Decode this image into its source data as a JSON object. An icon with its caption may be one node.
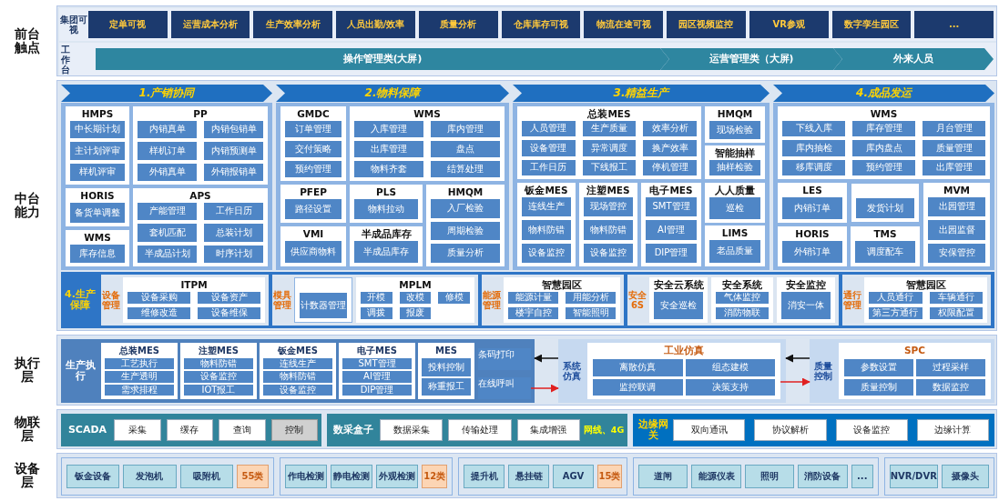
{
  "diagram": {
    "nodes": [
      {
        "text": [
          "前台触点"
        ]
      },
      {
        "text": [
          "集团可视"
        ],
        "in": 0
      },
      {
        "text": [
          "定单可视"
        ],
        "in": 1
      },
      {
        "text": [
          "运营成本分析"
        ],
        "in": 1
      },
      {
        "text": [
          "生产效率分析"
        ],
        "in": 1
      },
      {
        "text": [
          "人员出勤/效率"
        ],
        "in": 1
      },
      {
        "text": [
          "质量分析"
        ],
        "in": 1
      },
      {
        "text": [
          "仓库库存可视"
        ],
        "in": 1
      },
      {
        "text": [
          "物流在途可视"
        ],
        "in": 1
      },
      {
        "text": [
          "园区视频监控"
        ],
        "in": 1
      },
      {
        "text": [
          "VR参观"
        ],
        "in": 1
      },
      {
        "text": [
          "数字孪生园区"
        ],
        "in": 1
      },
      {
        "text": [
          "..."
        ],
        "in": 1
      },
      {
        "text": [
          "工作台"
        ],
        "in": 0
      },
      {
        "text": [
          "操作管理类(大屏)"
        ],
        "in": 13
      },
      {
        "text": [
          "运营管理类（大屏)"
        ],
        "in": 13
      },
      {
        "text": [
          "外来人员"
        ],
        "in": 13
      },
      {
        "text": [
          "中台能力"
        ]
      },
      {
        "text": [
          "1.产销协同"
        ],
        "in": 17
      },
      {
        "text": [
          "HMPS"
        ],
        "in": 18
      },
      {
        "text": [
          "中长期计划"
        ],
        "in": 19
      },
      {
        "text": [
          "主计划评审"
        ],
        "in": 19
      },
      {
        "text": [
          "样机评审"
        ],
        "in": 19
      },
      {
        "text": [
          "PP"
        ],
        "in": 18
      },
      {
        "text": [
          "内销真单"
        ],
        "in": 23
      },
      {
        "text": [
          "内销包销单"
        ],
        "in": 23
      },
      {
        "text": [
          "样机订单"
        ],
        "in": 23
      },
      {
        "text": [
          "内销预测单"
        ],
        "in": 23
      },
      {
        "text": [
          "外销真单"
        ],
        "in": 23
      },
      {
        "text": [
          "外销报销单"
        ],
        "in": 23
      },
      {
        "text": [
          "HORIS"
        ],
        "in": 18
      },
      {
        "text": [
          "备货单调整"
        ],
        "in": 30
      },
      {
        "text": [
          "WMS"
        ],
        "in": 18
      },
      {
        "text": [
          "库存信息"
        ],
        "in": 32
      },
      {
        "text": [
          "APS"
        ],
        "in": 18
      },
      {
        "text": [
          "产能管理"
        ],
        "in": 34
      },
      {
        "text": [
          "工作日历"
        ],
        "in": 34
      },
      {
        "text": [
          "套机匹配"
        ],
        "in": 34
      },
      {
        "text": [
          "总装计划"
        ],
        "in": 34
      },
      {
        "text": [
          "半成品计划"
        ],
        "in": 34
      },
      {
        "text": [
          "时序计划"
        ],
        "in": 34
      },
      {
        "text": [
          "2.物料保障"
        ],
        "in": 17
      },
      {
        "text": [
          "GMDC"
        ],
        "in": 41
      },
      {
        "text": [
          "订单管理"
        ],
        "in": 42
      },
      {
        "text": [
          "交付策略"
        ],
        "in": 42
      },
      {
        "text": [
          "预约管理"
        ],
        "in": 42
      },
      {
        "text": [
          "WMS"
        ],
        "in": 41
      },
      {
        "text": [
          "入库管理"
        ],
        "in": 46
      },
      {
        "text": [
          "库内管理"
        ],
        "in": 46
      },
      {
        "text": [
          "出库管理"
        ],
        "in": 46
      },
      {
        "text": [
          "盘点"
        ],
        "in": 46
      },
      {
        "text": [
          "物料齐套"
        ],
        "in": 46
      },
      {
        "text": [
          "结算处理"
        ],
        "in": 46
      },
      {
        "text": [
          "PFEP"
        ],
        "in": 41
      },
      {
        "text": [
          "路径设置"
        ],
        "in": 53
      },
      {
        "text": [
          "PLS"
        ],
        "in": 41
      },
      {
        "text": [
          "物料拉动"
        ],
        "in": 55
      },
      {
        "text": [
          "HMQM"
        ],
        "in": 41
      },
      {
        "text": [
          "入厂检验"
        ],
        "in": 57
      },
      {
        "text": [
          "周期检验"
        ],
        "in": 57
      },
      {
        "text": [
          "质量分析"
        ],
        "in": 57
      },
      {
        "text": [
          "VMI"
        ],
        "in": 41
      },
      {
        "text": [
          "供应商物料"
        ],
        "in": 61
      },
      {
        "text": [
          "半成品库存"
        ],
        "in": 41
      },
      {
        "text": [
          "半成品库存"
        ],
        "in": 63
      },
      {
        "text": [
          "3.精益生产"
        ],
        "in": 17
      },
      {
        "text": [
          "总装MES"
        ],
        "in": 65
      },
      {
        "text": [
          "人员管理"
        ],
        "in": 66
      },
      {
        "text": [
          "生产质量"
        ],
        "in": 66
      },
      {
        "text": [
          "效率分析"
        ],
        "in": 66
      },
      {
        "text": [
          "设备管理"
        ],
        "in": 66
      },
      {
        "text": [
          "异常调度"
        ],
        "in": 66
      },
      {
        "text": [
          "换产效率"
        ],
        "in": 66
      },
      {
        "text": [
          "工作日历"
        ],
        "in": 66
      },
      {
        "text": [
          "下线报工"
        ],
        "in": 66
      },
      {
        "text": [
          "停机管理"
        ],
        "in": 66
      },
      {
        "text": [
          "HMQM"
        ],
        "in": 65
      },
      {
        "text": [
          "现场检验"
        ],
        "in": 76
      },
      {
        "text": [
          "智能抽样"
        ],
        "in": 65
      },
      {
        "text": [
          "抽样检验"
        ],
        "in": 78
      },
      {
        "text": [
          "钣金MES"
        ],
        "in": 65
      },
      {
        "text": [
          "连线生产"
        ],
        "in": 80
      },
      {
        "text": [
          "物料防错"
        ],
        "in": 80
      },
      {
        "text": [
          "设备监控"
        ],
        "in": 80
      },
      {
        "text": [
          "注塑MES"
        ],
        "in": 65
      },
      {
        "text": [
          "现场管控"
        ],
        "in": 84
      },
      {
        "text": [
          "物料防错"
        ],
        "in": 84
      },
      {
        "text": [
          "设备监控"
        ],
        "in": 84
      },
      {
        "text": [
          "电子MES"
        ],
        "in": 65
      },
      {
        "text": [
          "SMT管理"
        ],
        "in": 88
      },
      {
        "text": [
          "AI管理"
        ],
        "in": 88
      },
      {
        "text": [
          "DIP管理"
        ],
        "in": 88
      },
      {
        "text": [
          "人人质量"
        ],
        "in": 65
      },
      {
        "text": [
          "巡检"
        ],
        "in": 92
      },
      {
        "text": [
          "LIMS"
        ],
        "in": 65
      },
      {
        "text": [
          "老品质量"
        ],
        "in": 94
      },
      {
        "text": [
          "4.成品发运"
        ],
        "in": 17
      },
      {
        "text": [
          "WMS"
        ],
        "in": 96
      },
      {
        "text": [
          "下线入库"
        ],
        "in": 97
      },
      {
        "text": [
          "库存管理"
        ],
        "in": 97
      },
      {
        "text": [
          "月台管理"
        ],
        "in": 97
      },
      {
        "text": [
          "库内抽检"
        ],
        "in": 97
      },
      {
        "text": [
          "库内盘点"
        ],
        "in": 97
      },
      {
        "text": [
          "质量管理"
        ],
        "in": 97
      },
      {
        "text": [
          "移库调度"
        ],
        "in": 97
      },
      {
        "text": [
          "预约管理"
        ],
        "in": 97
      },
      {
        "text": [
          "出库管理"
        ],
        "in": 97
      },
      {
        "text": [
          "LES"
        ],
        "in": 96
      },
      {
        "text": [
          "内销订单"
        ],
        "in": 107
      },
      {
        "text": [],
        "shape": "box",
        "in": 96
      },
      {
        "text": [
          "发货计划"
        ],
        "in": 109
      },
      {
        "text": [
          "MVM"
        ],
        "in": 96
      },
      {
        "text": [
          "出园管理"
        ],
        "in": 111
      },
      {
        "text": [
          "出园监督"
        ],
        "in": 111
      },
      {
        "text": [
          "安保管控"
        ],
        "in": 111
      },
      {
        "text": [
          "HORIS"
        ],
        "in": 96
      },
      {
        "text": [
          "外销订单"
        ],
        "in": 115
      },
      {
        "text": [
          "TMS"
        ],
        "in": 96
      },
      {
        "text": [
          "调度配车"
        ],
        "in": 117
      },
      {
        "text": [
          "4.生产保障"
        ],
        "in": 17
      },
      {
        "text": [
          "设备管理"
        ],
        "in": 119
      },
      {
        "text": [
          "ITPM"
        ],
        "in": 120
      },
      {
        "text": [
          "设备采购"
        ],
        "in": 121
      },
      {
        "text": [
          "设备资产"
        ],
        "in": 121
      },
      {
        "text": [
          "维修改造"
        ],
        "in": 121
      },
      {
        "text": [
          "设备维保"
        ],
        "in": 121
      },
      {
        "text": [
          "模具管理"
        ],
        "in": 119
      },
      {
        "text": [],
        "shape": "box",
        "in": 126
      },
      {
        "text": [
          "计数器管理"
        ],
        "in": 127
      },
      {
        "text": [
          "MPLM"
        ],
        "in": 126
      },
      {
        "text": [
          "开模"
        ],
        "in": 129
      },
      {
        "text": [
          "改模"
        ],
        "in": 129
      },
      {
        "text": [
          "修模"
        ],
        "in": 129
      },
      {
        "text": [
          "调拨"
        ],
        "in": 129
      },
      {
        "text": [
          "报废"
        ],
        "in": 129
      },
      {
        "text": [
          "能源管理"
        ],
        "in": 119
      },
      {
        "text": [
          "智慧园区"
        ],
        "in": 135
      },
      {
        "text": [
          "能源计量"
        ],
        "in": 136
      },
      {
        "text": [
          "用能分析"
        ],
        "in": 136
      },
      {
        "text": [
          "楼宇自控"
        ],
        "in": 136
      },
      {
        "text": [
          "智能照明"
        ],
        "in": 136
      },
      {
        "text": [
          "安全6S"
        ],
        "in": 119
      },
      {
        "text": [
          "安全云系统"
        ],
        "in": 141
      },
      {
        "text": [
          "安全巡检"
        ],
        "in": 142
      },
      {
        "text": [
          "安全系统"
        ],
        "in": 141
      },
      {
        "text": [
          "气体监控"
        ],
        "in": 144
      },
      {
        "text": [
          "消防物联"
        ],
        "in": 144
      },
      {
        "text": [
          "安全监控"
        ],
        "in": 141
      },
      {
        "text": [
          "消安一体"
        ],
        "in": 147
      },
      {
        "text": [
          "通行管理"
        ],
        "in": 119
      },
      {
        "text": [
          "智慧园区"
        ],
        "in": 149
      },
      {
        "text": [
          "人员通行"
        ],
        "in": 150
      },
      {
        "text": [
          "车辆通行"
        ],
        "in": 150
      },
      {
        "text": [
          "第三方通行"
        ],
        "in": 150
      },
      {
        "text": [
          "权限配置"
        ],
        "in": 150
      },
      {
        "text": [
          "执行层"
        ]
      },
      {
        "text": [
          "生产执行"
        ],
        "in": 155
      },
      {
        "text": [
          "总装MES"
        ],
        "in": 156
      },
      {
        "text": [
          "工艺执行"
        ],
        "in": 157
      },
      {
        "text": [
          "生产透明"
        ],
        "in": 157
      },
      {
        "text": [
          "需求排程"
        ],
        "in": 157
      },
      {
        "text": [
          "注塑MES"
        ],
        "in": 156
      },
      {
        "text": [
          "物料防错"
        ],
        "in": 161
      },
      {
        "text": [
          "设备监控"
        ],
        "in": 161
      },
      {
        "text": [
          "IOT报工"
        ],
        "in": 161
      },
      {
        "text": [
          "钣金MES"
        ],
        "in": 156
      },
      {
        "text": [
          "连线生产"
        ],
        "in": 165
      },
      {
        "text": [
          "物料防错"
        ],
        "in": 165
      },
      {
        "text": [
          "设备监控"
        ],
        "in": 165
      },
      {
        "text": [
          "电子MES"
        ],
        "in": 156
      },
      {
        "text": [
          "SMT管理"
        ],
        "in": 169
      },
      {
        "text": [
          "AI管理"
        ],
        "in": 169
      },
      {
        "text": [
          "DIP管理"
        ],
        "in": 169
      },
      {
        "text": [
          "MES"
        ],
        "in": 156
      },
      {
        "text": [
          "投料控制"
        ],
        "in": 173
      },
      {
        "text": [
          "称重报工"
        ],
        "in": 173
      },
      {
        "text": [
          "条码打印"
        ],
        "in": 156
      },
      {
        "text": [
          "在线呼叫"
        ],
        "in": 156
      },
      {
        "text": [
          "系统仿真"
        ],
        "in": 155
      },
      {
        "text": [
          "工业仿真"
        ],
        "in": 178
      },
      {
        "text": [
          "离散仿真"
        ],
        "in": 179
      },
      {
        "text": [
          "组态建模"
        ],
        "in": 179
      },
      {
        "text": [
          "监控联调"
        ],
        "in": 179
      },
      {
        "text": [
          "决策支持"
        ],
        "in": 179
      },
      {
        "text": [
          "质量控制"
        ],
        "in": 155
      },
      {
        "text": [
          "SPC"
        ],
        "in": 184
      },
      {
        "text": [
          "参数设置"
        ],
        "in": 185
      },
      {
        "text": [
          "过程采样"
        ],
        "in": 185
      },
      {
        "text": [
          "质量控制"
        ],
        "in": 185
      },
      {
        "text": [
          "数据监控"
        ],
        "in": 185
      },
      {
        "text": [
          "物联层"
        ]
      },
      {
        "text": [
          "SCADA"
        ],
        "in": 190
      },
      {
        "text": [
          "采集"
        ],
        "in": 191
      },
      {
        "text": [
          "缓存"
        ],
        "in": 191
      },
      {
        "text": [
          "查询"
        ],
        "in": 191
      },
      {
        "text": [
          "控制"
        ],
        "in": 191
      },
      {
        "text": [
          "数采盒子",
          "网线、4G"
        ],
        "in": 190
      },
      {
        "text": [
          "数据采集"
        ],
        "in": 196
      },
      {
        "text": [
          "传输处理"
        ],
        "in": 196
      },
      {
        "text": [
          "集成增强"
        ],
        "in": 196
      },
      {
        "text": [
          "边缘网关"
        ],
        "in": 190
      },
      {
        "text": [
          "双向通讯"
        ],
        "in": 200
      },
      {
        "text": [
          "协议解析"
        ],
        "in": 200
      },
      {
        "text": [
          "设备监控"
        ],
        "in": 200
      },
      {
        "text": [
          "边缘计算"
        ],
        "in": 200
      },
      {
        "text": [
          "设备层"
        ]
      },
      {
        "text": [],
        "shape": "box",
        "in": 205
      },
      {
        "text": [
          "钣金设备"
        ],
        "in": 206
      },
      {
        "text": [
          "发泡机"
        ],
        "in": 206
      },
      {
        "text": [
          "吸附机"
        ],
        "in": 206
      },
      {
        "text": [
          "55类"
        ],
        "in": 206
      },
      {
        "text": [],
        "shape": "box",
        "in": 205
      },
      {
        "text": [
          "作电检测"
        ],
        "in": 211
      },
      {
        "text": [
          "静电检测"
        ],
        "in": 211
      },
      {
        "text": [
          "外观检测"
        ],
        "in": 211
      },
      {
        "text": [
          "12类"
        ],
        "in": 211
      },
      {
        "text": [],
        "shape": "box",
        "in": 205
      },
      {
        "text": [
          "提升机"
        ],
        "in": 216
      },
      {
        "text": [
          "悬挂链"
        ],
        "in": 216
      },
      {
        "text": [
          "AGV"
        ],
        "in": 216
      },
      {
        "text": [
          "15类"
        ],
        "in": 216
      },
      {
        "text": [],
        "shape": "box",
        "in": 205
      },
      {
        "text": [
          "道闸"
        ],
        "in": 221
      },
      {
        "text": [
          "能源仪表"
        ],
        "in": 221
      },
      {
        "text": [
          "照明"
        ],
        "in": 221
      },
      {
        "text": [
          "消防设备"
        ],
        "in": 221
      },
      {
        "text": [
          "..."
        ],
        "in": 221
      },
      {
        "text": [],
        "shape": "box",
        "in": 205
      },
      {
        "text": [
          "NVR/DVR"
        ],
        "in": 227
      },
      {
        "text": [
          "摄像头"
        ],
        "in": 227
      }
    ],
    "edges": [
      {
        "from": 178,
        "to": 156,
        "arrow": "to"
      },
      {
        "from": 177,
        "to": 178,
        "arrow": "to",
        "color": "#e02020"
      },
      {
        "from": 184,
        "to": 178,
        "arrow": "to"
      },
      {
        "from": 179,
        "to": 184,
        "arrow": "to",
        "color": "#e02020"
      }
    ]
  }
}
